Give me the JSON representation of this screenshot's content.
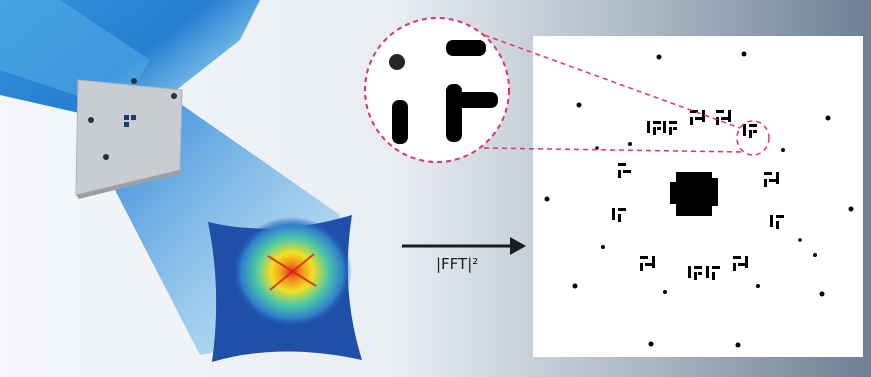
{
  "figure": {
    "arrow_label": "|FFT|²",
    "colors": {
      "beam_core": "#1b7fd6",
      "beam_edge": "#7ec8f2",
      "detector_base": "#1f4fa8",
      "speckle_warm": "#f2e023",
      "speckle_hot": "#e2321b",
      "zoom_outline": "#e0326a",
      "panel_background": "#ffffff",
      "pattern_ink": "#000000"
    },
    "icons": [
      "beam",
      "sample-plate",
      "detector",
      "arrow-right",
      "zoom-lens",
      "autocorrelation-panel"
    ]
  }
}
